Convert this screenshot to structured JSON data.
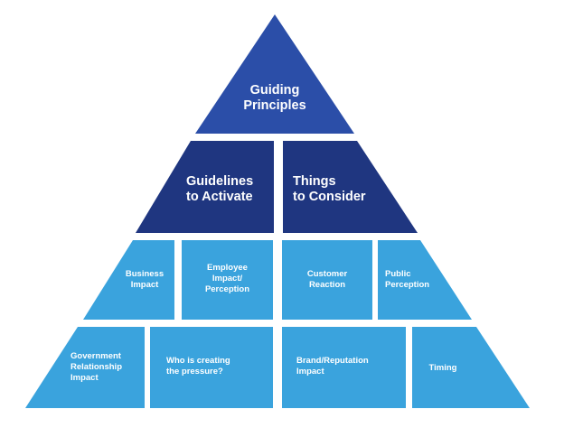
{
  "colors": {
    "top": "#2b4ea8",
    "dark": "#1f3680",
    "light": "#3aa3dd"
  },
  "pyramid": {
    "apex": {
      "lines": [
        "Guiding",
        "Principles"
      ]
    },
    "level2": [
      {
        "lines": [
          "Guidelines",
          "to Activate"
        ]
      },
      {
        "lines": [
          "Things",
          "to Consider"
        ]
      }
    ],
    "level3": [
      {
        "lines": [
          "Business",
          "Impact"
        ]
      },
      {
        "lines": [
          "Employee",
          "Impact/",
          "Perception"
        ]
      },
      {
        "lines": [
          "Customer",
          "Reaction"
        ]
      },
      {
        "lines": [
          "Public",
          "Perception"
        ]
      }
    ],
    "level4": [
      {
        "lines": [
          "Government",
          "Relationship",
          "Impact"
        ]
      },
      {
        "lines": [
          "Who is creating",
          "the pressure?"
        ]
      },
      {
        "lines": [
          "Brand/Reputation",
          "Impact"
        ]
      },
      {
        "lines": [
          "Timing"
        ]
      }
    ]
  }
}
